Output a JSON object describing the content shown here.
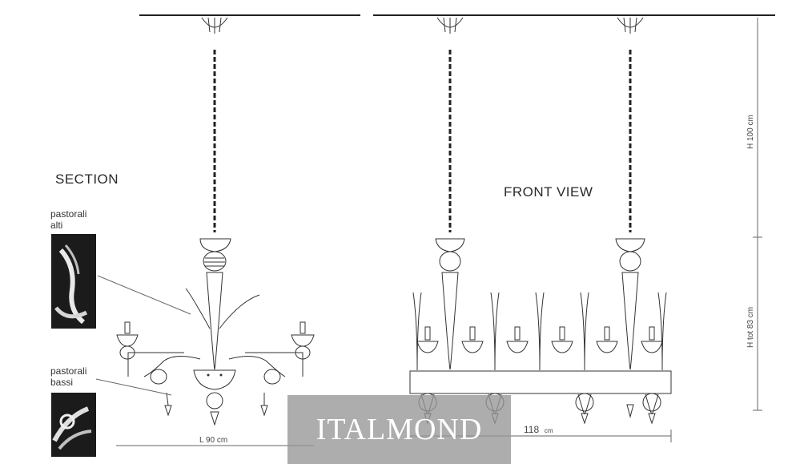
{
  "labels": {
    "section": "SECTION",
    "front_view": "FRONT VIEW",
    "pastorali_alti_line1": "pastorali",
    "pastorali_alti_line2": "alti",
    "pastorali_bassi_line1": "pastorali",
    "pastorali_bassi_line2": "bassi"
  },
  "dimensions": {
    "height_chain": "H 100 cm",
    "height_body": "H tot 83 cm",
    "width_section": "L 90 cm",
    "width_front_value": "118",
    "width_front_unit": "cm"
  },
  "watermark": "ITALMOND",
  "colors": {
    "line": "#333333",
    "watermark_bg": "#969696"
  }
}
